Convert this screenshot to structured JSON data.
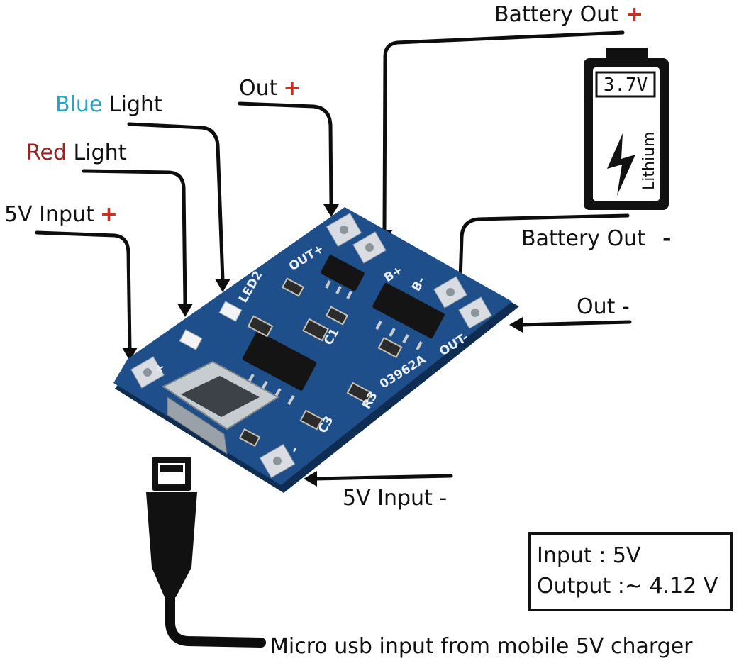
{
  "labels": {
    "battery_out_plus": "Battery Out",
    "battery_out_minus": "Battery Out",
    "out_plus": "Out",
    "out_minus": "Out -",
    "blue_light_color": "Blue",
    "blue_light_rest": " Light",
    "red_light_color": "Red",
    "red_light_rest": " Light",
    "input_plus": "5V Input",
    "input_minus": "5V Input -",
    "plus_sign": "+",
    "minus_sign": "-",
    "micro_usb": "Micro usb input from mobile 5V charger"
  },
  "battery": {
    "voltage": "3.7V",
    "chemistry": "Lithium"
  },
  "pcb": {
    "out_plus": "OUT+",
    "out_minus": "OUT-",
    "b_plus": "B+",
    "b_minus": "B-",
    "code": "03962A",
    "r3": "R3",
    "c1": "C1",
    "c3": "C3",
    "led2": "LED2",
    "plus": "+",
    "minus": "-"
  },
  "specs": {
    "input": "Input : 5V",
    "output": "Output :~ 4.12 V"
  },
  "colors": {
    "pcb_blue": "#1f4f8a",
    "plus_red": "#d42a1f",
    "blue_text": "#29a3c9",
    "red_text": "#9b2020"
  }
}
